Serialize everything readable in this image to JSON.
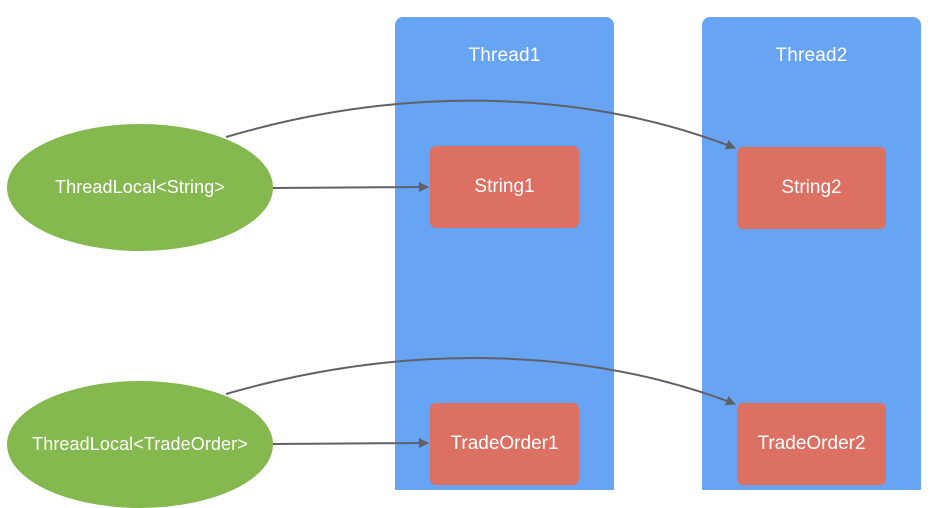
{
  "colors": {
    "thread_lane": "#68a4f4",
    "value_box": "#dc7163",
    "threadlocal": "#85b84f",
    "connector": "#5f6168",
    "label_text": "#ffffff"
  },
  "threads": [
    {
      "label": "Thread1"
    },
    {
      "label": "Thread2"
    }
  ],
  "threadlocals": [
    {
      "label": "ThreadLocal<String>"
    },
    {
      "label": "ThreadLocal<TradeOrder>"
    }
  ],
  "values": {
    "thread1": [
      "String1",
      "TradeOrder1"
    ],
    "thread2": [
      "String2",
      "TradeOrder2"
    ]
  },
  "connections": [
    {
      "from": "ThreadLocal<String>",
      "to": "String1"
    },
    {
      "from": "ThreadLocal<String>",
      "to": "String2"
    },
    {
      "from": "ThreadLocal<TradeOrder>",
      "to": "TradeOrder1"
    },
    {
      "from": "ThreadLocal<TradeOrder>",
      "to": "TradeOrder2"
    }
  ]
}
